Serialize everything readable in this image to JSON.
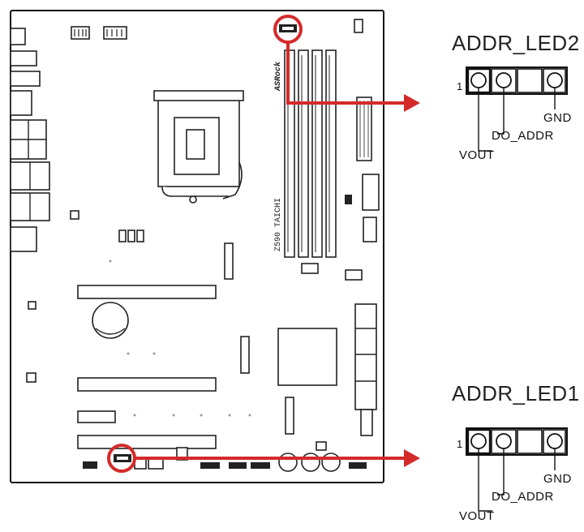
{
  "headers": [
    {
      "id": "top",
      "title": "ADDR_LED2",
      "pin1": "1",
      "labels": {
        "vout": "VOUT",
        "do_addr": "DO_ADDR",
        "gnd": "GND"
      }
    },
    {
      "id": "bottom",
      "title": "ADDR_LED1",
      "pin1": "1",
      "labels": {
        "vout": "VOUT",
        "do_addr": "DO_ADDR",
        "gnd": "GND"
      }
    }
  ],
  "board": {
    "silkscreen_model": "Z590 TAICHI",
    "silkscreen_brand": "ASRock"
  },
  "colors": {
    "accent": "#d42a2a",
    "outline": "#111111"
  }
}
